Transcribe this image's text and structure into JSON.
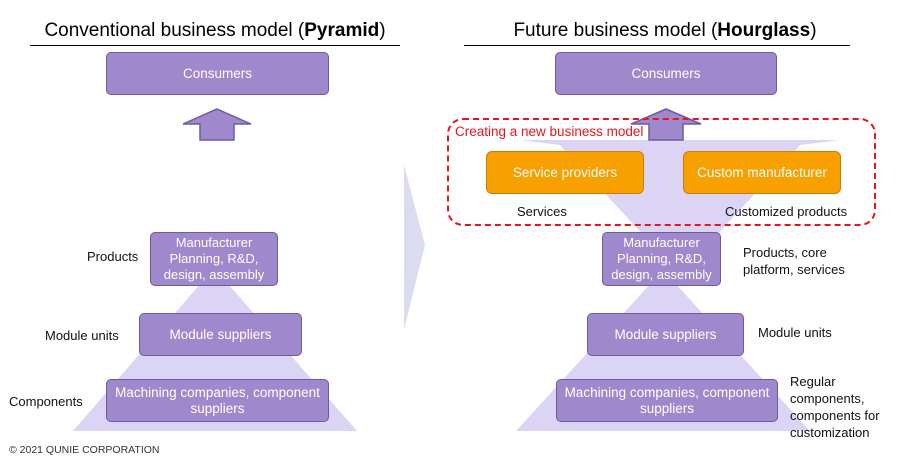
{
  "left": {
    "title_prefix": "Conventional business model (",
    "title_bold": "Pyramid",
    "title_suffix": ")",
    "consumers": "Consumers",
    "manufacturer": "Manufacturer Planning, R&D, design, assembly",
    "module_suppliers": "Module suppliers",
    "machining": "Machining companies, component suppliers",
    "label_products": "Products",
    "label_module_units": "Module units",
    "label_components": "Components"
  },
  "right": {
    "title_prefix": "Future business model (",
    "title_bold": "Hourglass",
    "title_suffix": ")",
    "consumers": "Consumers",
    "new_model": "Creating a new business model",
    "service_providers": "Service providers",
    "custom_manufacturer": "Custom manufacturer",
    "label_services": "Services",
    "label_customized": "Customized products",
    "manufacturer": "Manufacturer Planning, R&D, design, assembly",
    "label_products": "Products, core platform, services",
    "module_suppliers": "Module suppliers",
    "label_module_units": "Module units",
    "machining": "Machining companies, component suppliers",
    "label_components": "Regular components, components for customization"
  },
  "copyright": "© 2021 QUNIE CORPORATION",
  "colors": {
    "box": "#9f88cc",
    "pyramid": "#d9d0f3",
    "accent_orange": "#f7a000",
    "dash_red": "#e8161c"
  }
}
